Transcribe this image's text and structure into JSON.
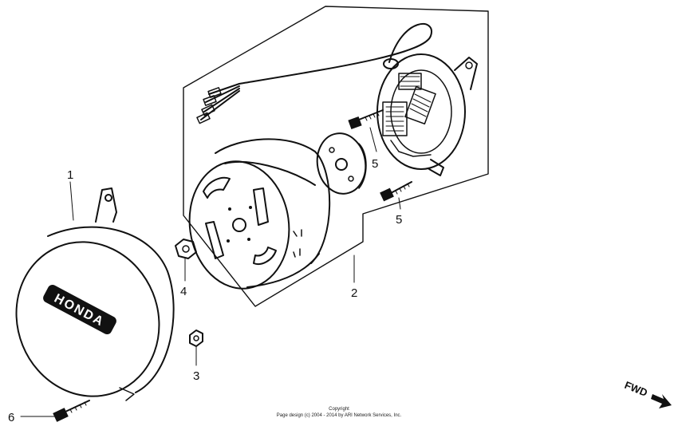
{
  "callouts": [
    {
      "id": "1",
      "label": "1"
    },
    {
      "id": "2",
      "label": "2"
    },
    {
      "id": "3",
      "label": "3"
    },
    {
      "id": "4",
      "label": "4"
    },
    {
      "id": "5a",
      "label": "5"
    },
    {
      "id": "5b",
      "label": "5"
    },
    {
      "id": "6",
      "label": "6"
    }
  ],
  "cover_brand": "HONDA",
  "copyright": {
    "line1": "Copyright",
    "line2": "Page design (c) 2004 - 2014 by ARI Network Services, Inc."
  },
  "direction": "FWD"
}
